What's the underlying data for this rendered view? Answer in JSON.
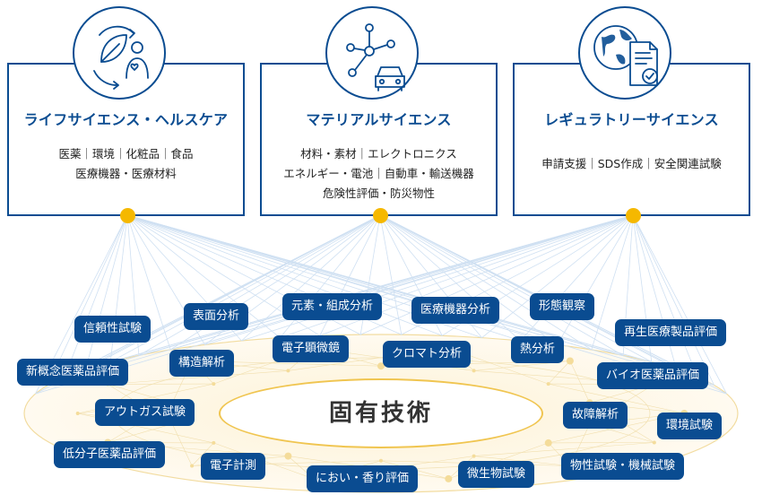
{
  "cards": [
    {
      "title": "ライフサイエンス・ヘルスケア",
      "lines": [
        "医薬｜環境｜化粧品｜食品",
        "医療機器・医療材料"
      ],
      "icon": "leaf-heart-icon"
    },
    {
      "title": "マテリアルサイエンス",
      "lines": [
        "材料・素材｜エレクトロニクス",
        "エネルギー・電池｜自動車・輸送機器",
        "危険性評価・防災物性"
      ],
      "icon": "molecule-car-icon"
    },
    {
      "title": "レギュラトリーサイエンス",
      "lines": [
        "申請支援｜SDS作成｜安全関連試験"
      ],
      "icon": "globe-document-icon"
    }
  ],
  "center": {
    "label": "固有技術"
  },
  "tags": [
    "信頼性試験",
    "表面分析",
    "元素・組成分析",
    "医療機器分析",
    "形態観察",
    "再生医療製品評価",
    "新概念医薬品評価",
    "構造解析",
    "電子顕微鏡",
    "クロマト分析",
    "熱分析",
    "バイオ医薬品評価",
    "アウトガス試験",
    "故障解析",
    "環境試験",
    "低分子医薬品評価",
    "電子計測",
    "におい・香り評価",
    "微生物試験",
    "物性試験・機械試験"
  ],
  "colors": {
    "primary": "#0a4c91",
    "accent": "#f5b800",
    "line": "#c5d8ee"
  }
}
